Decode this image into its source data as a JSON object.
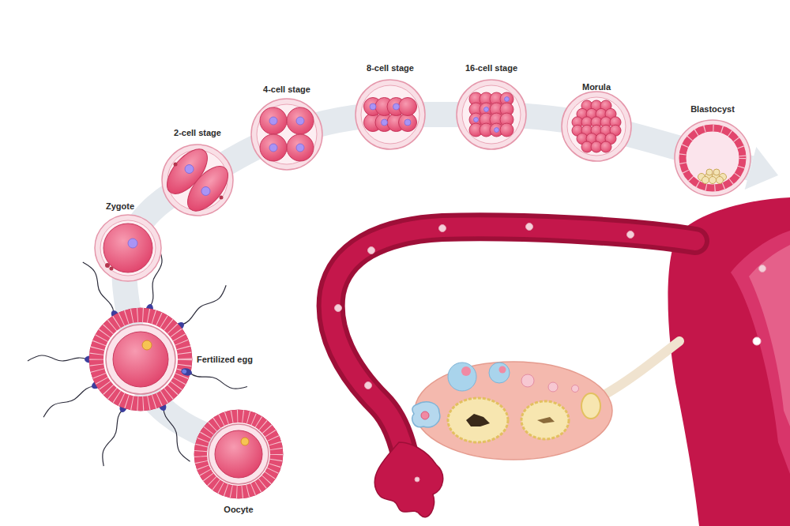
{
  "diagram": {
    "labels": [
      "Zygote",
      "2-cell stage",
      "4-cell stage",
      "8-cell stage",
      "16-cell stage",
      "Morula",
      "Blastocyst",
      "Fertilized egg",
      "Oocyte"
    ]
  }
}
